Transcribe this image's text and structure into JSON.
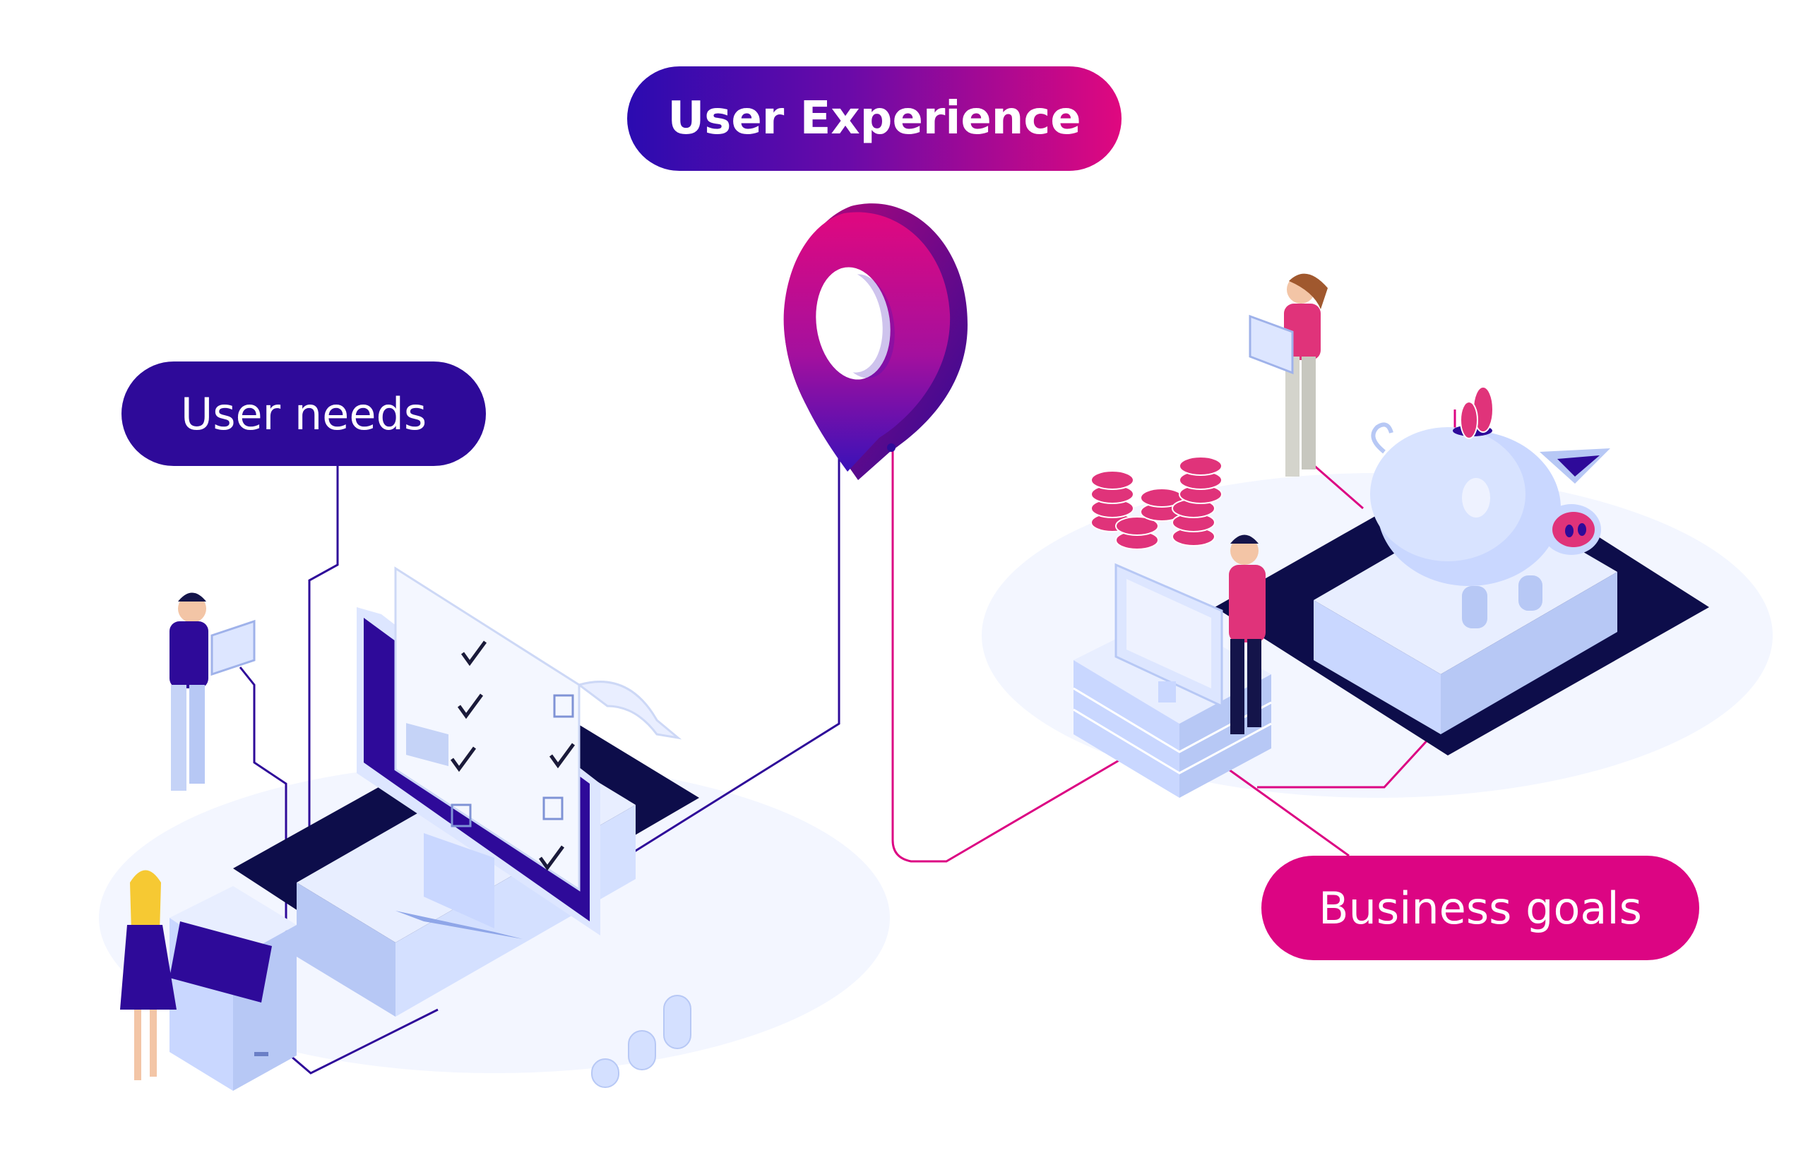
{
  "labels": {
    "user_experience": "User Experience",
    "user_needs": "User needs",
    "business_goals": "Business goals"
  },
  "colors": {
    "indigo": "#2e0a99",
    "magenta": "#dc0583",
    "platform_light": "#e8eeff",
    "platform_mid": "#b7c8f5",
    "shadow_navy": "#0d0d4a",
    "coin_pink": "#e0337a"
  },
  "icons": [
    "location-pin-icon",
    "checkmark-icon",
    "piggy-bank-icon",
    "coin-stack-icon",
    "monitor-icon",
    "laptop-icon",
    "kiosk-icon"
  ]
}
